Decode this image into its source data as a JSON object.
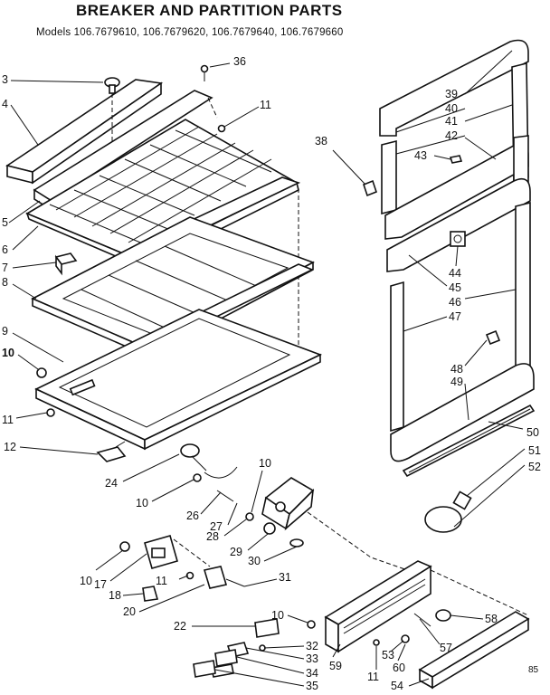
{
  "header": {
    "title": "BREAKER AND PARTITION PARTS",
    "models": "Models 106.7679610, 106.7679620, 106.7679640, 106.7679660"
  },
  "corner_code": "85",
  "callouts": [
    {
      "id": "3",
      "text": "3"
    },
    {
      "id": "4",
      "text": "4"
    },
    {
      "id": "36",
      "text": "36"
    },
    {
      "id": "11a",
      "text": "11"
    },
    {
      "id": "5",
      "text": "5"
    },
    {
      "id": "6",
      "text": "6"
    },
    {
      "id": "7",
      "text": "7"
    },
    {
      "id": "8",
      "text": "8"
    },
    {
      "id": "9",
      "text": "9"
    },
    {
      "id": "10a",
      "text": "10"
    },
    {
      "id": "11b",
      "text": "11"
    },
    {
      "id": "12",
      "text": "12"
    },
    {
      "id": "24",
      "text": "24"
    },
    {
      "id": "10b",
      "text": "10"
    },
    {
      "id": "26",
      "text": "26"
    },
    {
      "id": "10c",
      "text": "10"
    },
    {
      "id": "27",
      "text": "27"
    },
    {
      "id": "28",
      "text": "28"
    },
    {
      "id": "29",
      "text": "29"
    },
    {
      "id": "30",
      "text": "30"
    },
    {
      "id": "10d",
      "text": "10"
    },
    {
      "id": "17",
      "text": "17"
    },
    {
      "id": "18",
      "text": "18"
    },
    {
      "id": "11c",
      "text": "11"
    },
    {
      "id": "31",
      "text": "31"
    },
    {
      "id": "20",
      "text": "20"
    },
    {
      "id": "22",
      "text": "22"
    },
    {
      "id": "10e",
      "text": "10"
    },
    {
      "id": "32",
      "text": "32"
    },
    {
      "id": "33",
      "text": "33"
    },
    {
      "id": "34",
      "text": "34"
    },
    {
      "id": "35",
      "text": "35"
    },
    {
      "id": "59",
      "text": "59"
    },
    {
      "id": "11d",
      "text": "11"
    },
    {
      "id": "53",
      "text": "53"
    },
    {
      "id": "60",
      "text": "60"
    },
    {
      "id": "57",
      "text": "57"
    },
    {
      "id": "58",
      "text": "58"
    },
    {
      "id": "54",
      "text": "54"
    },
    {
      "id": "38",
      "text": "38"
    },
    {
      "id": "39",
      "text": "39"
    },
    {
      "id": "40",
      "text": "40"
    },
    {
      "id": "41",
      "text": "41"
    },
    {
      "id": "42",
      "text": "42"
    },
    {
      "id": "43",
      "text": "43"
    },
    {
      "id": "44",
      "text": "44"
    },
    {
      "id": "45",
      "text": "45"
    },
    {
      "id": "46",
      "text": "46"
    },
    {
      "id": "47",
      "text": "47"
    },
    {
      "id": "48",
      "text": "48"
    },
    {
      "id": "49",
      "text": "49"
    },
    {
      "id": "50",
      "text": "50"
    },
    {
      "id": "51",
      "text": "51"
    },
    {
      "id": "52",
      "text": "52"
    }
  ]
}
